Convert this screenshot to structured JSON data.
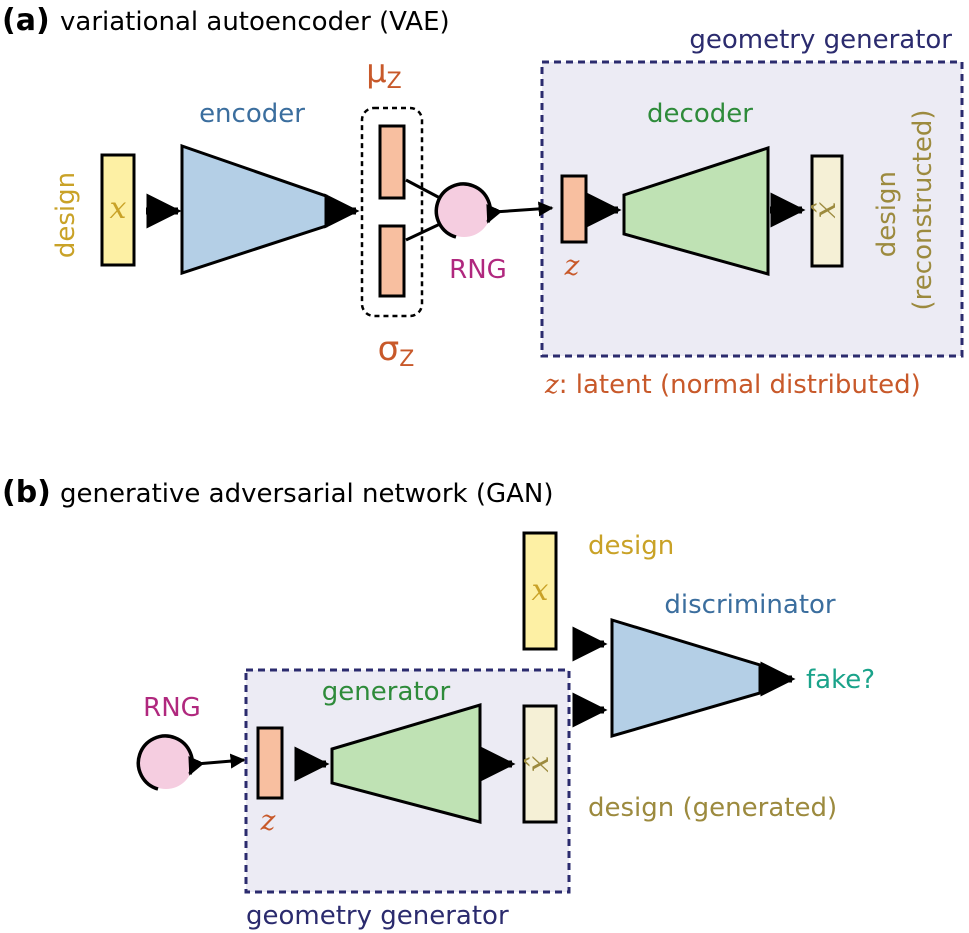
{
  "colors": {
    "design": "#c9a227",
    "design_reconstructed": "#9c8a3e",
    "encoder": "#3b6e9e",
    "decoder": "#2e8b3a",
    "latent": "#c8592a",
    "rng": "#b0287e",
    "geometry": "#2b2b6e",
    "fake": "#1aa38a",
    "fill_yellow": "#fdf0a4",
    "fill_cream": "#f5f0d6",
    "fill_blue": "#b4cfe6",
    "fill_green": "#bfe2b4",
    "fill_orange": "#f8bfa0",
    "fill_pink": "#f5cde0",
    "fill_geometry": "#ecebf4"
  },
  "panel_a": {
    "tag": "(a)",
    "title": "variational autoencoder (VAE)",
    "design_label": "design",
    "x_symbol": "x",
    "encoder_label": "encoder",
    "mu_label": "μ",
    "mu_sub": "Z",
    "sigma_label": "σ",
    "sigma_sub": "Z",
    "rng_label": "RNG",
    "geometry_label": "geometry generator",
    "decoder_label": "decoder",
    "z_symbol": "z",
    "xhat_symbol": "x̂",
    "reconstructed_line1": "design",
    "reconstructed_line2": "(reconstructed)",
    "latent_z": "z",
    "latent_caption": ": latent (normal distributed)"
  },
  "panel_b": {
    "tag": "(b)",
    "title": "generative adversarial network (GAN)",
    "design_label": "design",
    "x_symbol": "x",
    "discriminator_label": "discriminator",
    "fake_label": "fake?",
    "rng_label": "RNG",
    "generator_label": "generator",
    "z_symbol": "z",
    "xhat_symbol": "x̂",
    "generated_label": "design (generated)",
    "geometry_label": "geometry generator"
  }
}
